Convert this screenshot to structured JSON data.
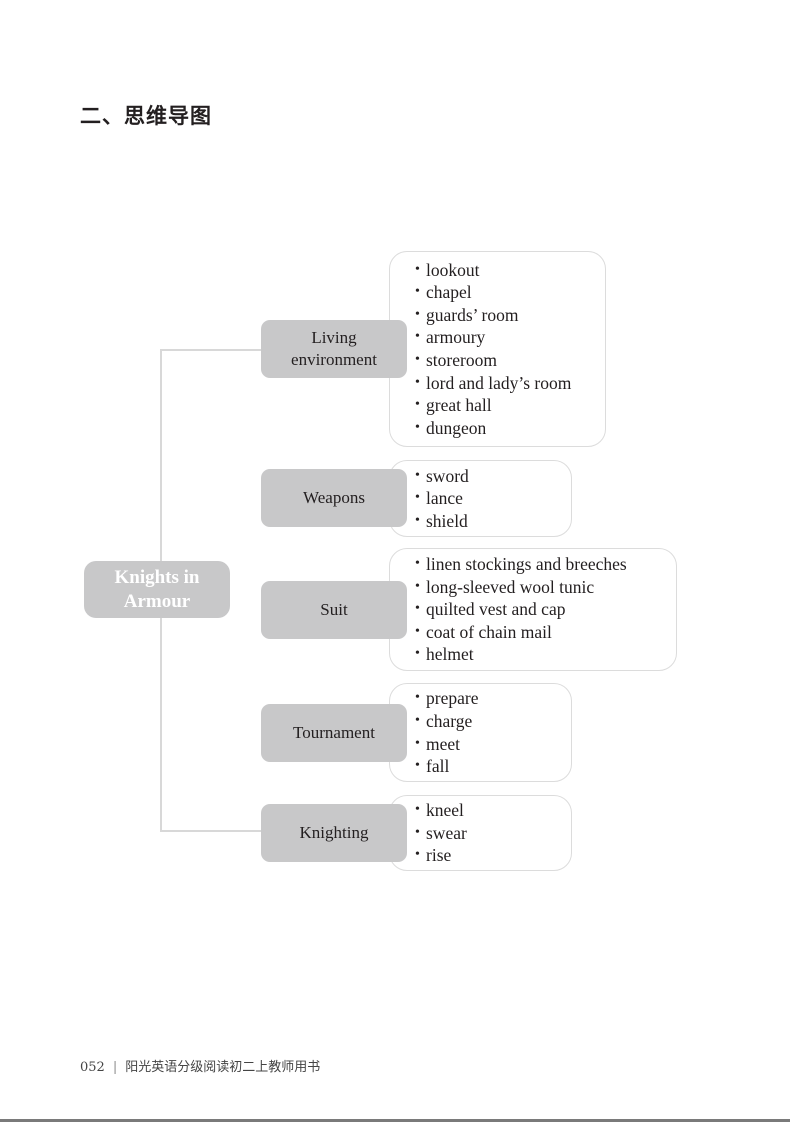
{
  "section_title": "二、思维导图",
  "mind_map": {
    "root": {
      "line1": "Knights in",
      "line2": "Armour"
    },
    "branches": [
      {
        "label_line1": "Living",
        "label_line2": "environment",
        "items": [
          "lookout",
          "chapel",
          "guards’ room",
          "armoury",
          "storeroom",
          "lord and lady’s room",
          "great hall",
          "dungeon"
        ]
      },
      {
        "label_line1": "Weapons",
        "items": [
          "sword",
          "lance",
          "shield"
        ]
      },
      {
        "label_line1": "Suit",
        "items": [
          "linen stockings and breeches",
          "long-sleeved wool tunic",
          "quilted vest and cap",
          "coat of chain mail",
          "helmet"
        ]
      },
      {
        "label_line1": "Tournament",
        "items": [
          "prepare",
          "charge",
          "meet",
          "fall"
        ]
      },
      {
        "label_line1": "Knighting",
        "items": [
          "kneel",
          "swear",
          "rise"
        ]
      }
    ],
    "bullet": "•"
  },
  "footer": {
    "page_number": "052",
    "separator": "|",
    "book_title": "阳光英语分级阅读初二上教师用书"
  },
  "colors": {
    "node_fill": "#c8c8c9",
    "leaf_border": "#dcdcdc",
    "connector": "#d8d8d8",
    "text": "#231f20"
  }
}
